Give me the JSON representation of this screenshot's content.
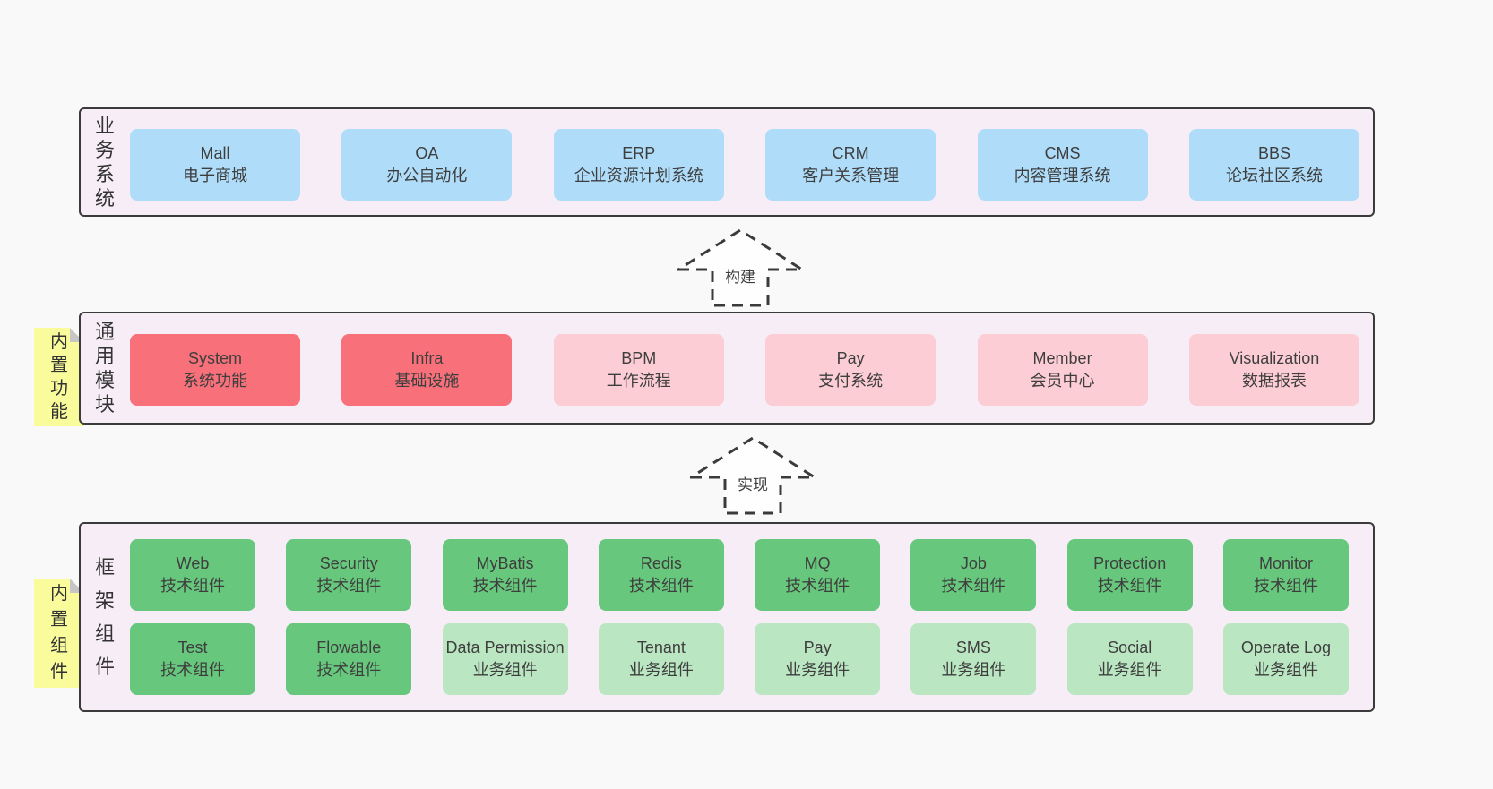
{
  "colors": {
    "page_bg": "#f9f9f9",
    "band_bg": "#f7edf6",
    "band_border": "#3b3b3b",
    "blue_box": "#afddf9",
    "red_box": "#f7707a",
    "pink_box": "#fccdd4",
    "green_box": "#67c87d",
    "light_green_box": "#bae7c2",
    "sticky_yellow": "#fafc9b",
    "sticky_fold": "#c6c6c6",
    "arrow_fill": "#fefefe",
    "text": "#3e3e3e"
  },
  "bands": [
    {
      "label": "业务系统",
      "boxes": [
        {
          "title": "Mall",
          "subtitle": "电子商城"
        },
        {
          "title": "OA",
          "subtitle": "办公自动化"
        },
        {
          "title": "ERP",
          "subtitle": "企业资源计划系统"
        },
        {
          "title": "CRM",
          "subtitle": "客户关系管理"
        },
        {
          "title": "CMS",
          "subtitle": "内容管理系统"
        },
        {
          "title": "BBS",
          "subtitle": "论坛社区系统"
        }
      ]
    },
    {
      "label": "通用模块",
      "sticky": "内置功能",
      "boxes": [
        {
          "title": "System",
          "subtitle": "系统功能"
        },
        {
          "title": "Infra",
          "subtitle": "基础设施"
        },
        {
          "title": "BPM",
          "subtitle": "工作流程"
        },
        {
          "title": "Pay",
          "subtitle": "支付系统"
        },
        {
          "title": "Member",
          "subtitle": "会员中心"
        },
        {
          "title": "Visualization",
          "subtitle": "数据报表"
        }
      ]
    },
    {
      "label": "框架组件",
      "sticky": "内置组件",
      "rows": [
        [
          {
            "title": "Web",
            "subtitle": "技术组件"
          },
          {
            "title": "Security",
            "subtitle": "技术组件"
          },
          {
            "title": "MyBatis",
            "subtitle": "技术组件"
          },
          {
            "title": "Redis",
            "subtitle": "技术组件"
          },
          {
            "title": "MQ",
            "subtitle": "技术组件"
          },
          {
            "title": "Job",
            "subtitle": "技术组件"
          },
          {
            "title": "Protection",
            "subtitle": "技术组件"
          },
          {
            "title": "Monitor",
            "subtitle": "技术组件"
          }
        ],
        [
          {
            "title": "Test",
            "subtitle": "技术组件"
          },
          {
            "title": "Flowable",
            "subtitle": "技术组件"
          },
          {
            "title": "Data Permission",
            "subtitle": "业务组件"
          },
          {
            "title": "Tenant",
            "subtitle": "业务组件"
          },
          {
            "title": "Pay",
            "subtitle": "业务组件"
          },
          {
            "title": "SMS",
            "subtitle": "业务组件"
          },
          {
            "title": "Social",
            "subtitle": "业务组件"
          },
          {
            "title": "Operate Log",
            "subtitle": "业务组件"
          }
        ]
      ]
    }
  ],
  "arrows": [
    {
      "label": "构建"
    },
    {
      "label": "实现"
    }
  ]
}
